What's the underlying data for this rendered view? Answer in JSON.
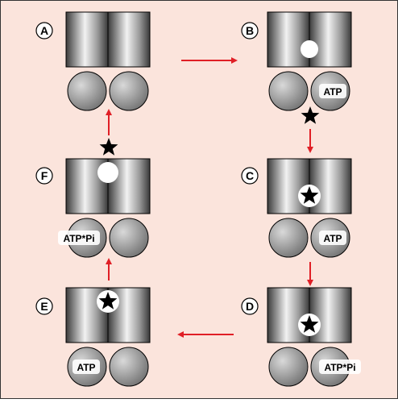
{
  "colors": {
    "background": "#fbe4dc",
    "border": "#333333",
    "arrow": "#e01f26",
    "cylinder_dark": "#3a3a3a",
    "cylinder_light": "#f2f2f2",
    "sphere_dark": "#6e6e6e",
    "sphere_light": "#d9d9d9",
    "label_circle": "#ffffff",
    "star": "#000000",
    "ligand": "#ffffff"
  },
  "panels": [
    {
      "id": "A",
      "label": "A",
      "left_text": "",
      "right_text": ""
    },
    {
      "id": "B",
      "label": "B",
      "left_text": "",
      "right_text": "ATP"
    },
    {
      "id": "C",
      "label": "C",
      "left_text": "",
      "right_text": "ATP"
    },
    {
      "id": "D",
      "label": "D",
      "left_text": "",
      "right_text": "ATP*Pi"
    },
    {
      "id": "E",
      "label": "E",
      "left_text": "ATP",
      "right_text": ""
    },
    {
      "id": "F",
      "label": "F",
      "left_text": "ATP*Pi",
      "right_text": ""
    }
  ],
  "icons": {
    "arrow": "arrow-icon",
    "star": "star-icon",
    "ligand": "white-circle-icon"
  }
}
